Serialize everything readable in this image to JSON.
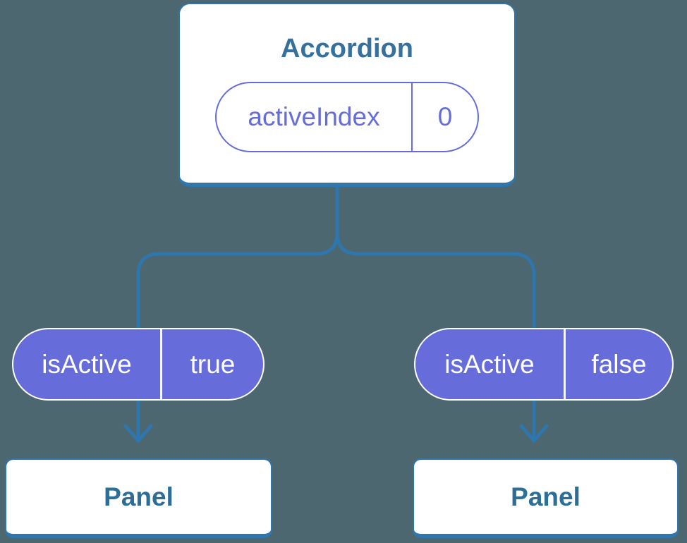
{
  "colors": {
    "background": "#4D6771",
    "line_blue": "#2E76AC",
    "title_blue": "#35719C",
    "panel_text_blue": "#2C6E96",
    "prop_purple": "#666DDB",
    "pill_text_white": "#FFFFFF"
  },
  "accordion": {
    "title": "Accordion",
    "state": {
      "name": "activeIndex",
      "value": "0"
    }
  },
  "children": [
    {
      "prop": {
        "name": "isActive",
        "value": "true"
      },
      "panel_label": "Panel"
    },
    {
      "prop": {
        "name": "isActive",
        "value": "false"
      },
      "panel_label": "Panel"
    }
  ]
}
